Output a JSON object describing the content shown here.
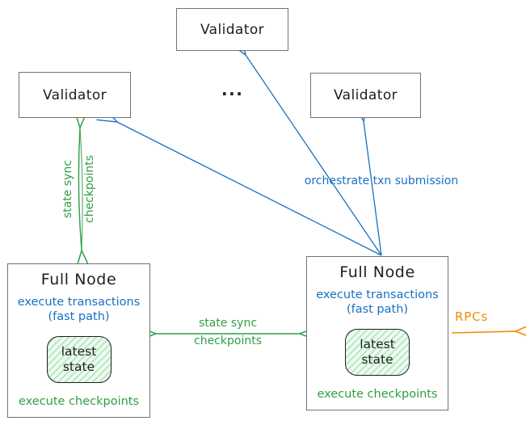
{
  "validators": [
    {
      "label": "Validator"
    },
    {
      "label": "Validator"
    },
    {
      "label": "Validator"
    }
  ],
  "ellipsis": "...",
  "full_nodes": [
    {
      "title": "Full Node",
      "execute_transactions": "execute transactions",
      "fast_path": "(fast path)",
      "state_line1": "latest",
      "state_line2": "state",
      "execute_checkpoints": "execute checkpoints"
    },
    {
      "title": "Full Node",
      "execute_transactions": "execute transactions",
      "fast_path": "(fast path)",
      "state_line1": "latest",
      "state_line2": "state",
      "execute_checkpoints": "execute checkpoints"
    }
  ],
  "edges": {
    "validator_fullnode_sync": {
      "line1": "state sync",
      "line2": "checkpoints"
    },
    "fullnode_fullnode_sync": {
      "line1": "state sync",
      "line2": "checkpoints"
    },
    "orchestrate": {
      "label": "orchestrate txn submission"
    },
    "rpcs": {
      "label": "RPCs"
    }
  },
  "colors": {
    "blue": "#1971c2",
    "green": "#2f9e44",
    "orange": "#f08c00",
    "ink": "#1e1e1e",
    "box_border": "#6f7276",
    "state_fill": "#b2f2bb"
  }
}
